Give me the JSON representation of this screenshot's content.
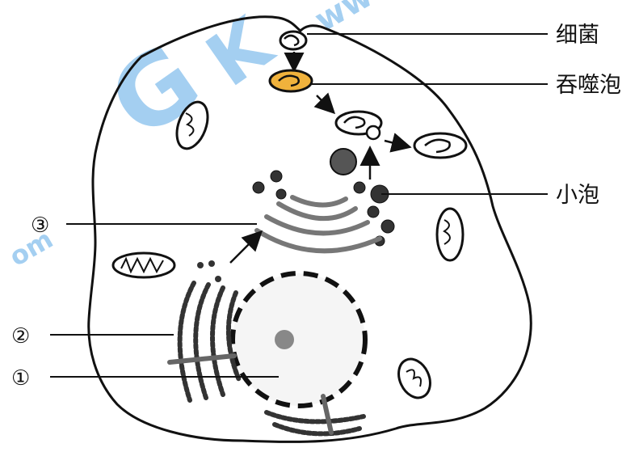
{
  "labels": {
    "bacteria": "细菌",
    "phagosome": "吞噬泡",
    "vesicle": "小泡",
    "golgi": "③",
    "er": "②",
    "nucleus": "①"
  },
  "watermark": {
    "text1": "G",
    "text2": "K",
    "text3": "www.g",
    "text4": "om",
    "color": "#5aa9e6"
  },
  "colors": {
    "stroke": "#111111",
    "phagosome_fill": "#f0b23c",
    "er_fill": "#555555"
  }
}
